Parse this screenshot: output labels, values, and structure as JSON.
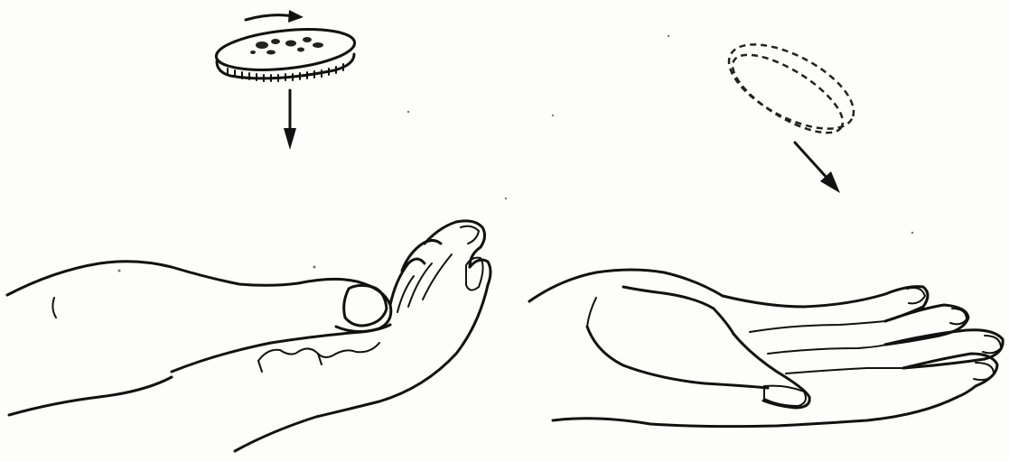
{
  "figure": {
    "panels": [
      {
        "id": "left",
        "depicts": "coin-falling-into-cupped-hand"
      },
      {
        "id": "right",
        "depicts": "spinning-coin-falling-toward-open-hand"
      }
    ],
    "colors": {
      "ink": "#111111",
      "paper": "#fdfdfb"
    }
  }
}
